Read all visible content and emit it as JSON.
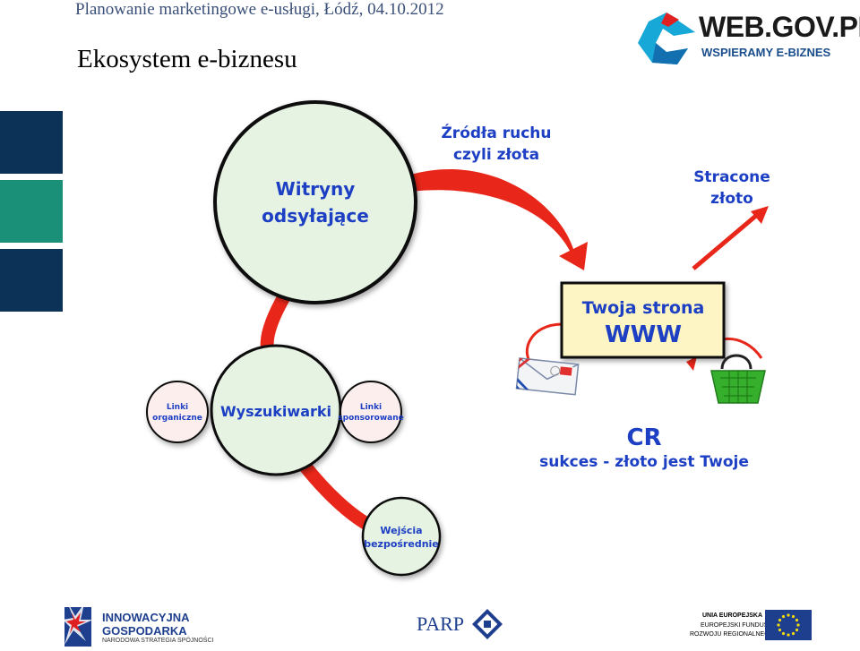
{
  "slide": {
    "header": "Planowanie marketingowe e-usługi, Łódź, 04.10.2012",
    "title": "Ekosystem e-biznesu"
  },
  "brand": {
    "name": "WEB.GOV.PL",
    "tagline": "WSPIERAMY E-BIZNES"
  },
  "diagram": {
    "referring_sites": [
      "Witryny",
      "odsyłające"
    ],
    "traffic_sources": [
      "Źródła ruchu",
      "czyli złota"
    ],
    "lost_gold": [
      "Stracone",
      "złoto"
    ],
    "your_site": [
      "Twoja strona",
      "WWW"
    ],
    "search_engines": "Wyszukiwarki",
    "organic_links": [
      "Linki",
      "organiczne"
    ],
    "sponsored_links": [
      "Linki",
      "sponsorowane"
    ],
    "direct_entries": [
      "Wejścia",
      "bezpośrednie"
    ],
    "cr_title": "CR",
    "cr_subtitle": "sukces - złoto jest Twoje"
  },
  "footer": {
    "left": {
      "line1": "INNOWACYJNA",
      "line2": "GOSPODARKA",
      "line3": "NARODOWA STRATEGIA SPÓJNOŚCI"
    },
    "center": "PARP",
    "right": {
      "line1": "UNIA EUROPEJSKA",
      "line2": "EUROPEJSKI FUNDUSZ",
      "line3": "ROZWOJU REGIONALNEGO"
    }
  },
  "colors": {
    "header_text": "#3a4f78",
    "side_navy": "#0d3258",
    "side_teal": "#1a9078",
    "arrow_red": "#e8271a",
    "bubble_fill": "#e6f3e2",
    "bubble_text": "#1c3fc4",
    "site_box_fill": "#fdf6c4",
    "lost_text": "#1c3fc4"
  },
  "icons": [
    "envelope-icon",
    "shopping-basket-icon",
    "eu-flag-icon",
    "arrow-icon"
  ]
}
